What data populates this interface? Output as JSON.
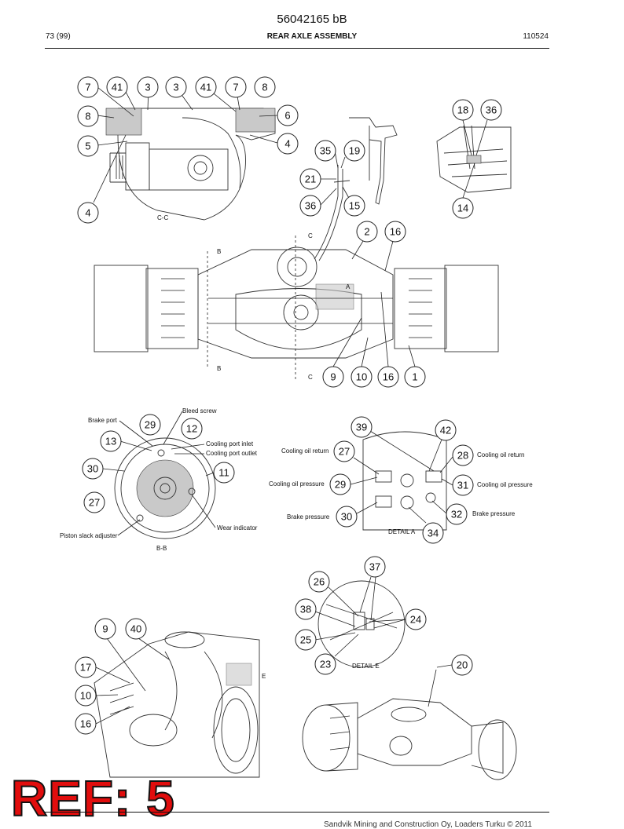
{
  "header": {
    "doc_number": "56042165 bB",
    "page_ref": "73 (99)",
    "title": "REAR AXLE ASSEMBLY",
    "date_code": "110524"
  },
  "view_labels": {
    "section_cc": "C-C",
    "section_bb": "B-B",
    "detail_a_caption": "DETAIL A",
    "detail_e_caption": "DETAIL E",
    "marker_a": "A",
    "marker_e": "E",
    "marker_b": "B",
    "marker_c": "C"
  },
  "bb_labels": {
    "brake_port": "Brake port",
    "bleed_screw": "Bleed screw",
    "cooling_port_inlet": "Cooling port inlet",
    "cooling_port_outlet": "Cooling port outlet",
    "wear_indicator": "Wear indicator",
    "piston_slack_adjuster": "Piston slack adjuster"
  },
  "detail_a_labels": {
    "cooling_oil_return": "Cooling oil return",
    "cooling_oil_pressure": "Cooling oil pressure",
    "brake_pressure": "Brake pressure"
  },
  "callouts": {
    "cc": [
      "7",
      "41",
      "3",
      "3",
      "41",
      "7",
      "8",
      "8",
      "6",
      "5",
      "4",
      "4"
    ],
    "hose": [
      "35",
      "19",
      "21",
      "36",
      "15"
    ],
    "fit": [
      "18",
      "36",
      "14"
    ],
    "axle": [
      "2",
      "16",
      "9",
      "10",
      "16",
      "1"
    ],
    "bb": [
      "29",
      "12",
      "13",
      "30",
      "11",
      "27"
    ],
    "da": [
      "39",
      "42",
      "27",
      "28",
      "29",
      "31",
      "30",
      "32",
      "34"
    ],
    "de": [
      "37",
      "26",
      "38",
      "24",
      "25",
      "23",
      "20"
    ],
    "persp": [
      "9",
      "40",
      "17",
      "10",
      "16"
    ]
  },
  "stamp": "REF: 5",
  "footer": "Sandvik Mining and Construction Oy, Loaders Turku © 2011"
}
